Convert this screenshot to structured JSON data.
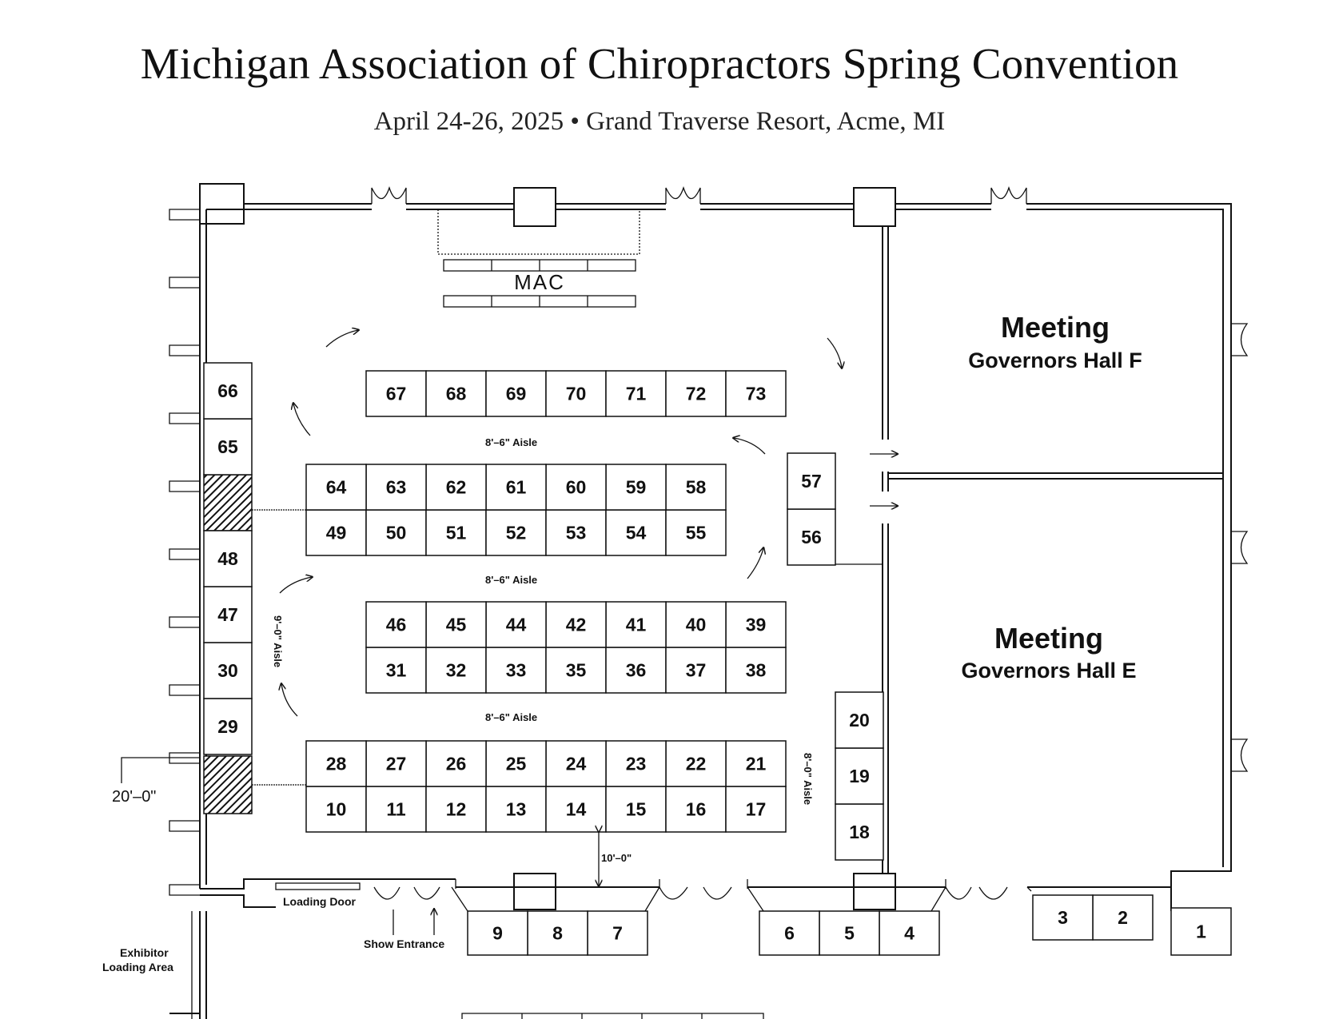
{
  "header": {
    "title": "Michigan Association of Chiropractors Spring Convention",
    "subtitle": "April 24-26, 2025 • Grand Traverse Resort, Acme, MI"
  },
  "rooms": {
    "hall_f_title": "Meeting",
    "hall_f_name": "Governors Hall F",
    "hall_e_title": "Meeting",
    "hall_e_name": "Governors Hall E",
    "mac_label": "MAC"
  },
  "aisles": {
    "top": "8'–6\" Aisle",
    "middle": "8'–6\" Aisle",
    "bottom": "8'–6\" Aisle",
    "left": "9'–0\" Aisle",
    "right": "8'–0\" Aisle"
  },
  "dimensions": {
    "left_width": "20'–0\"",
    "gap_bottom": "10'–0\""
  },
  "labels": {
    "loading_door": "Loading Door",
    "show_entrance": "Show Entrance",
    "loading_area_1": "Exhibitor",
    "loading_area_2": "Loading Area"
  },
  "booths": [
    "1",
    "2",
    "3",
    "4",
    "5",
    "6",
    "7",
    "8",
    "9",
    "10",
    "11",
    "12",
    "13",
    "14",
    "15",
    "16",
    "17",
    "18",
    "19",
    "20",
    "21",
    "22",
    "23",
    "24",
    "25",
    "26",
    "27",
    "28",
    "29",
    "30",
    "31",
    "32",
    "33",
    "35",
    "36",
    "37",
    "38",
    "39",
    "40",
    "41",
    "42",
    "44",
    "45",
    "46",
    "47",
    "48",
    "49",
    "50",
    "51",
    "52",
    "53",
    "54",
    "55",
    "56",
    "57",
    "58",
    "59",
    "60",
    "61",
    "62",
    "63",
    "64",
    "65",
    "66",
    "67",
    "68",
    "69",
    "70",
    "71",
    "72",
    "73"
  ]
}
